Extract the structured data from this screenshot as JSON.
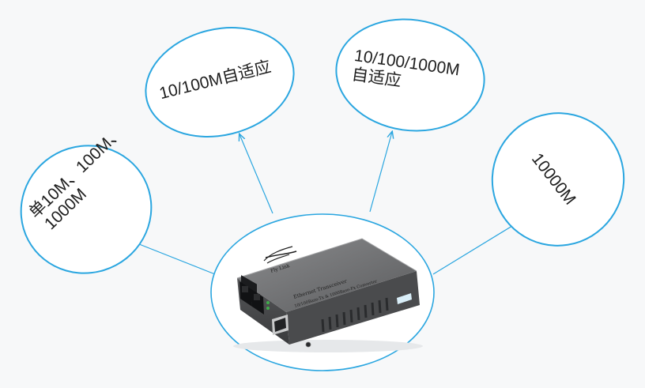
{
  "colors": {
    "line": "#2aa6e0",
    "bubble_fill": "#ffffff",
    "text": "#1e1e1e",
    "device_body": "#6d6e70"
  },
  "bubbles": [
    {
      "id": "single-speed",
      "lines": [
        "单10M、100M、",
        "1000M"
      ]
    },
    {
      "id": "10-100",
      "lines": [
        "10/100M自适应"
      ]
    },
    {
      "id": "10-100-1000",
      "lines": [
        "10/100/1000M",
        "自适应"
      ]
    },
    {
      "id": "10000",
      "lines": [
        "10000M"
      ]
    }
  ],
  "device": {
    "brand": "Fly Link",
    "product_line1": "Ethernet Transceiver",
    "product_line2": "10/100Base-Tx & 1000Base-Fx Converter"
  }
}
